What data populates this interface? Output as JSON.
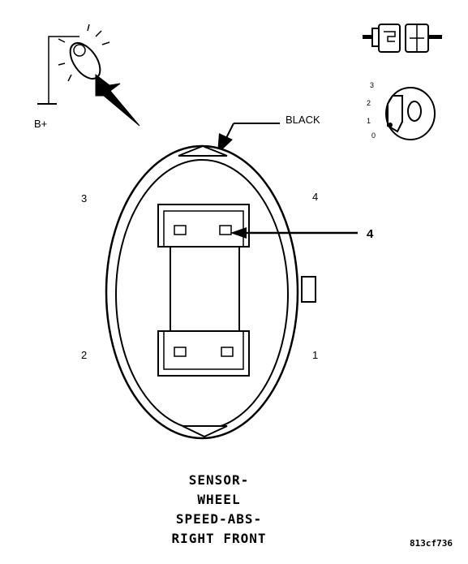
{
  "probe": {
    "supply_label": "B+"
  },
  "ignition": {
    "positions": [
      "3",
      "2",
      "1",
      "0"
    ],
    "key_letter": "O"
  },
  "connector": {
    "wire_color_label": "BLACK",
    "terminal_labels": {
      "top_left": "3",
      "top_right": "4",
      "bottom_left": "2",
      "bottom_right": "1"
    },
    "callout_label": "4"
  },
  "title_lines": [
    "SENSOR-",
    "WHEEL",
    "SPEED-ABS-",
    "RIGHT FRONT"
  ],
  "image_code": "813cf736"
}
